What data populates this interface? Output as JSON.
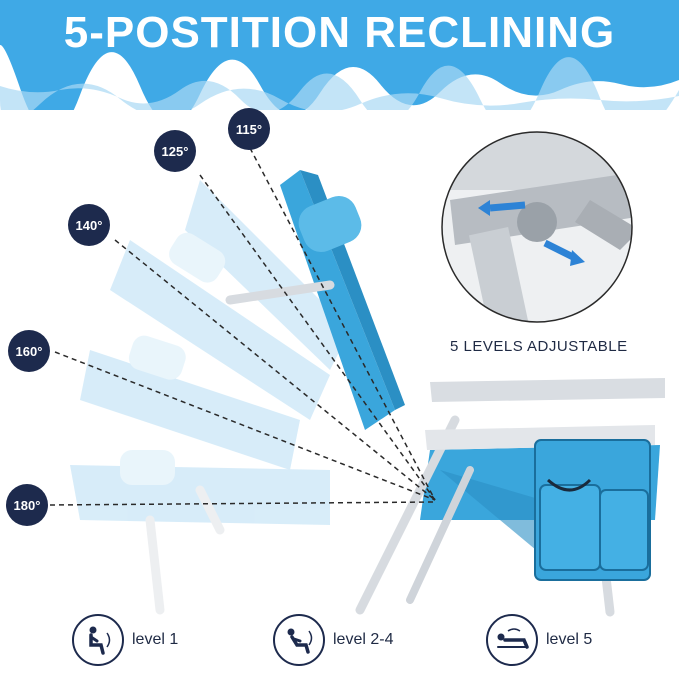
{
  "header": {
    "title": "5-POSTITION RECLINING"
  },
  "angles": [
    {
      "label": "115°"
    },
    {
      "label": "125°"
    },
    {
      "label": "140°"
    },
    {
      "label": "160°"
    },
    {
      "label": "180°"
    }
  ],
  "zoom": {
    "caption": "5 LEVELS ADJUSTABLE"
  },
  "levels": [
    {
      "label": "level 1",
      "icon": "seated-person-icon"
    },
    {
      "label": "level 2-4",
      "icon": "reclined-person-icon"
    },
    {
      "label": "level 5",
      "icon": "lying-person-icon"
    }
  ],
  "colors": {
    "banner": "#3fa9e6",
    "badge": "#1d2a4d",
    "fabric": "#3aa6dc",
    "frame": "#d7dbe0"
  }
}
